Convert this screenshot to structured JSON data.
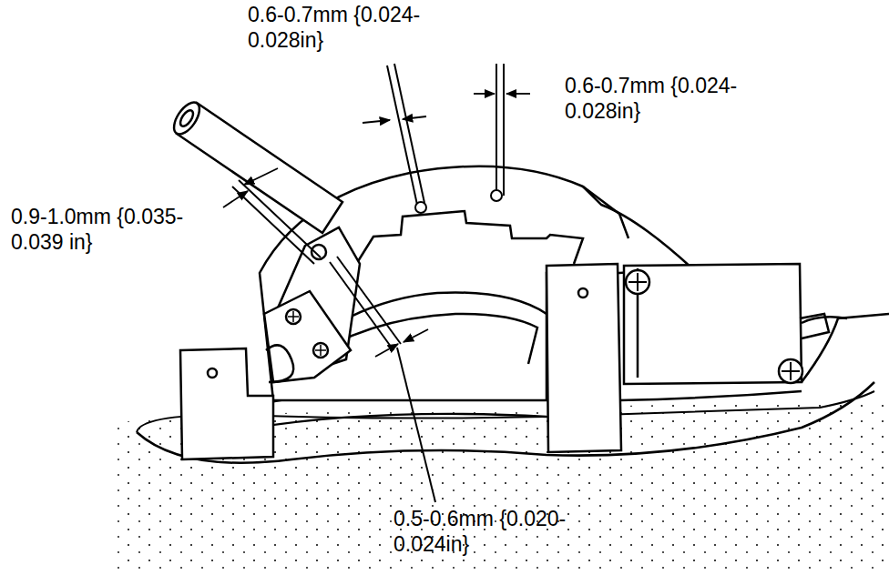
{
  "diagram": {
    "labels": [
      "0.6-0.7mm {0.024-0.028in}",
      "0.6-0.7mm {0.024-0.028in}",
      "0.9-1.0mm {0.035-0.039 in}",
      "0.5-0.6mm {0.020-0.024in}"
    ]
  }
}
